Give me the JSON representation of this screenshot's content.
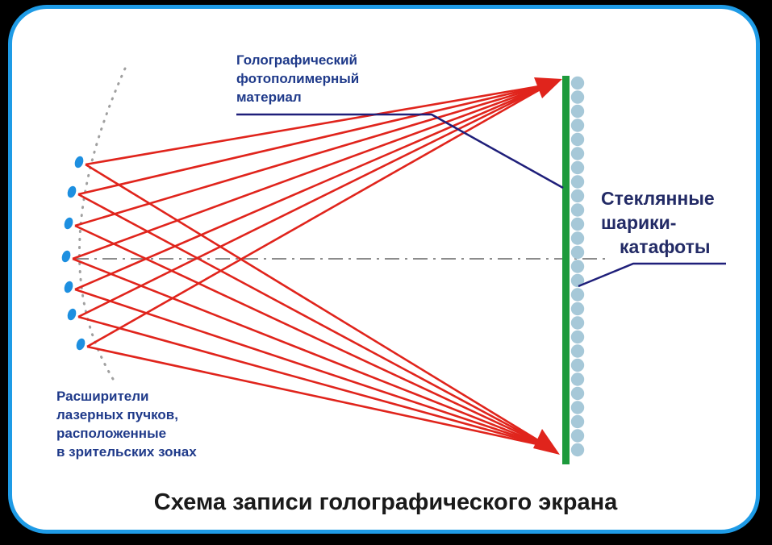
{
  "labels": {
    "material": [
      "Голографический",
      "фотополимерный",
      "материал"
    ],
    "beads": [
      "Стеклянные",
      "шарики-",
      "катафоты"
    ],
    "expanders": [
      "Расширители",
      "лазерных пучков,",
      "расположенные",
      "в зрительских зонах"
    ]
  },
  "caption": "Схема записи голографического экрана",
  "colors": {
    "border": "#1e9be6",
    "beam": "#e0241c",
    "screen": "#1d9a3c",
    "bead": "#a6c8d8",
    "source": "#1d8fe0",
    "leader": "#1f1f7a",
    "axis": "#8c8c8c",
    "text": "#232b66"
  }
}
